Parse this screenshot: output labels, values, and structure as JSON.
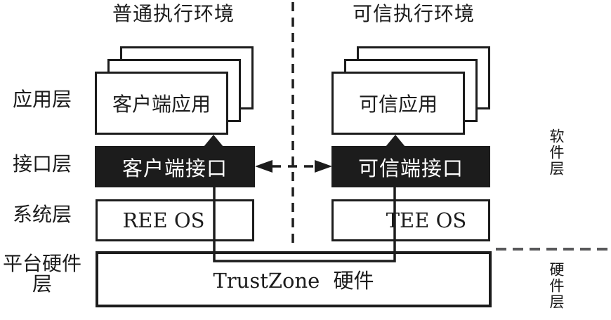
{
  "titles": {
    "normal_world": "普通执行环境",
    "secure_world": "可信执行环境"
  },
  "layers": {
    "application": "应用层",
    "interface": "接口层",
    "system": "系统层",
    "platform_hardware": "平台硬件层"
  },
  "side_layers": {
    "software": "软件层",
    "hardware": "硬件层"
  },
  "blocks": {
    "client_app": "客户端应用",
    "trusted_app": "可信应用",
    "client_interface": "客户端接口",
    "trusted_interface": "可信端接口",
    "ree_os": "REE OS",
    "tee_os": "TEE OS",
    "trustzone_hw": "TrustZone 硬件"
  },
  "colors": {
    "ink": "#1c1c1c",
    "interface_box_fill": "#1c1c1c",
    "interface_box_text": "#ffffff",
    "hw_sw_divider": "#58585a",
    "background": "#ffffff"
  }
}
